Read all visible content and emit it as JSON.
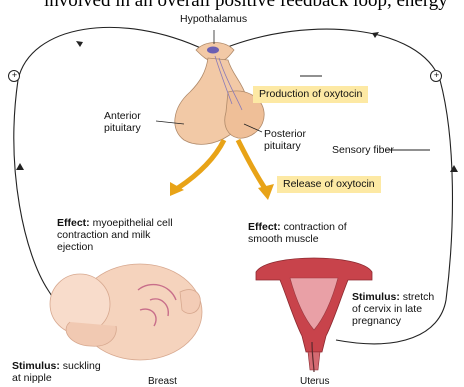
{
  "cutoff_text": "involved in an overall positive feedback loop, energy",
  "labels": {
    "hypothalamus": "Hypothalamus",
    "anterior_pituitary_1": "Anterior",
    "anterior_pituitary_2": "pituitary",
    "posterior_pituitary_1": "Posterior",
    "posterior_pituitary_2": "pituitary",
    "sensory_fiber": "Sensory fiber",
    "production": "Production of oxytocin",
    "release": "Release of oxytocin",
    "breast": "Breast",
    "uterus": "Uterus"
  },
  "effect_left": {
    "bold": "Effect:",
    "rest_1": " myoepithelial cell",
    "line_2": "contraction and milk",
    "line_3": "ejection"
  },
  "effect_right": {
    "bold": "Effect:",
    "rest_1": " contraction of",
    "line_2": "smooth muscle"
  },
  "stimulus_left": {
    "bold": "Stimulus:",
    "rest_1": " suckling",
    "line_2": "at nipple"
  },
  "stimulus_right": {
    "bold": "Stimulus:",
    "rest_1": " stretch",
    "line_2": "of cervix in late",
    "line_3": "pregnancy"
  },
  "plus_signs": [
    "+",
    "+"
  ],
  "colors": {
    "arrow_orange": "#e8a317",
    "label_box": "#fde9a4",
    "gland": "#f2c9a6",
    "uterus": "#c8434b"
  }
}
